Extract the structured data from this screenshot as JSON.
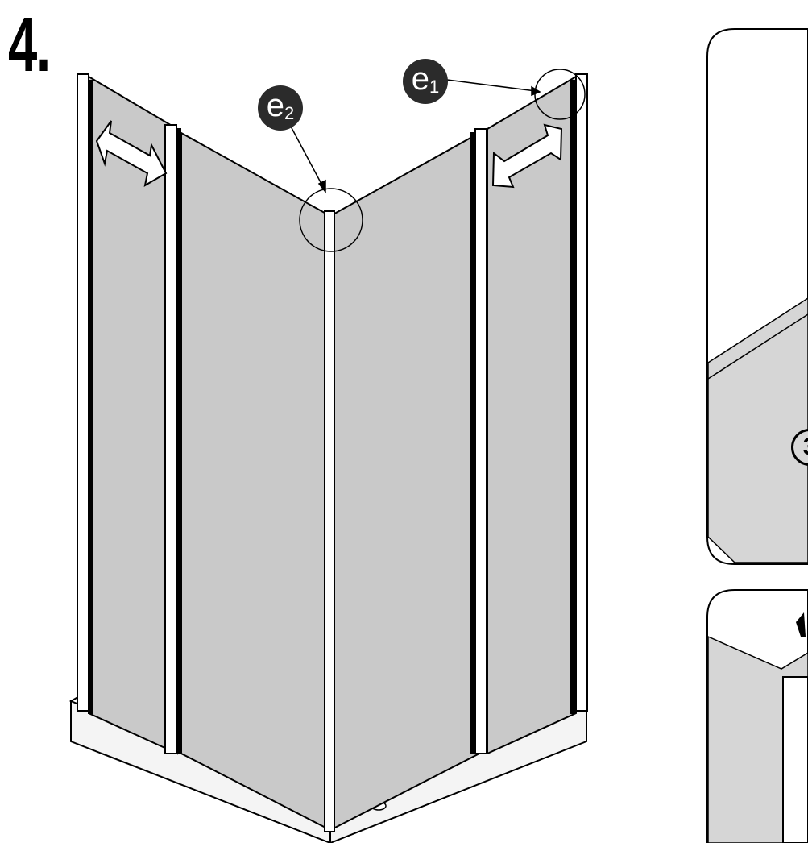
{
  "step": {
    "number_label": "4."
  },
  "callouts": [
    {
      "letter": "e",
      "sub": "2"
    },
    {
      "letter": "e",
      "sub": "1"
    }
  ],
  "detail_view_top": {
    "number_label": "3"
  },
  "colors": {
    "glass": "#c9c9c9",
    "frame": "#ffffff",
    "line": "#000000",
    "callout_bg": "#2b2b2b",
    "detail_bg": "#d8d8d8"
  }
}
